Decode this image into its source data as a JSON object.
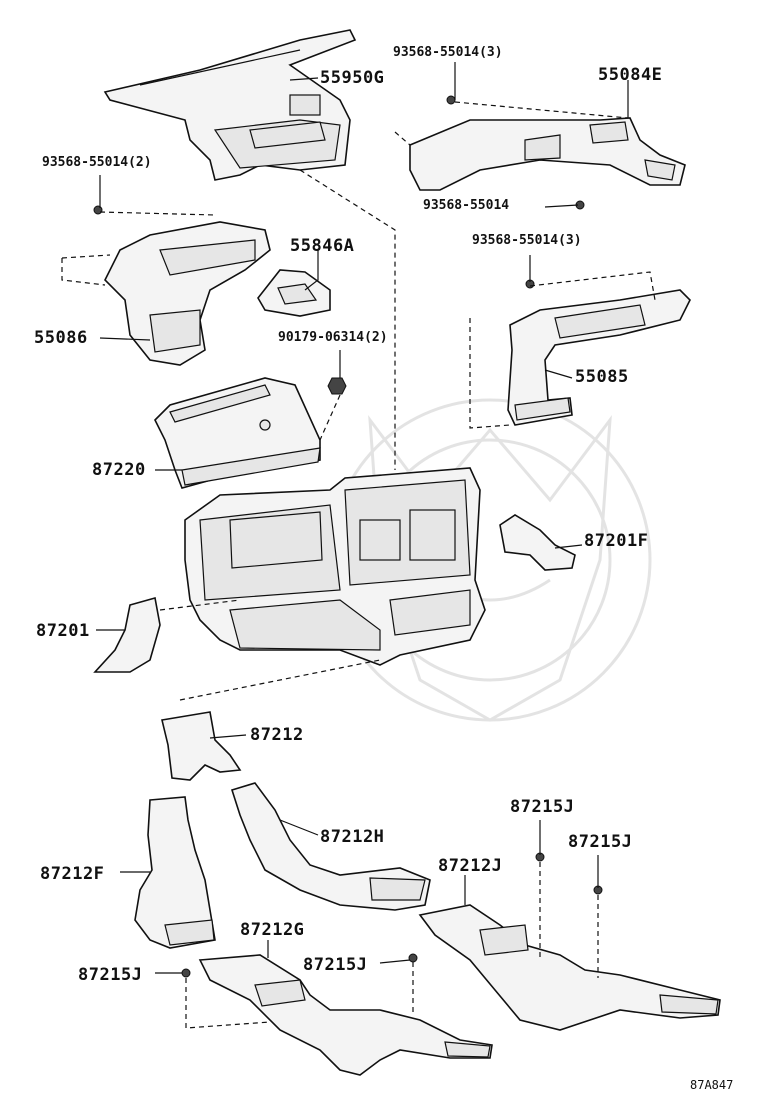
{
  "diagram": {
    "image_code": "87A847",
    "parts": [
      {
        "id": "p55950G",
        "label": "55950G"
      },
      {
        "id": "p93568_a",
        "label": "93568-55014(3)"
      },
      {
        "id": "p55084E",
        "label": "55084E"
      },
      {
        "id": "p93568_b",
        "label": "93568-55014(2)"
      },
      {
        "id": "p93568_c",
        "label": "93568-55014"
      },
      {
        "id": "p55846A",
        "label": "55846A"
      },
      {
        "id": "p93568_d",
        "label": "93568-55014(3)"
      },
      {
        "id": "p55086",
        "label": "55086"
      },
      {
        "id": "p90179",
        "label": "90179-06314(2)"
      },
      {
        "id": "p55085",
        "label": "55085"
      },
      {
        "id": "p87220",
        "label": "87220"
      },
      {
        "id": "p87201F",
        "label": "87201F"
      },
      {
        "id": "p87201",
        "label": "87201"
      },
      {
        "id": "p87212",
        "label": "87212"
      },
      {
        "id": "p87215J_a",
        "label": "87215J"
      },
      {
        "id": "p87212H",
        "label": "87212H"
      },
      {
        "id": "p87215J_b",
        "label": "87215J"
      },
      {
        "id": "p87212F",
        "label": "87212F"
      },
      {
        "id": "p87212J",
        "label": "87212J"
      },
      {
        "id": "p87212G",
        "label": "87212G"
      },
      {
        "id": "p87215J_c",
        "label": "87215J"
      },
      {
        "id": "p87215J_d",
        "label": "87215J"
      }
    ]
  }
}
